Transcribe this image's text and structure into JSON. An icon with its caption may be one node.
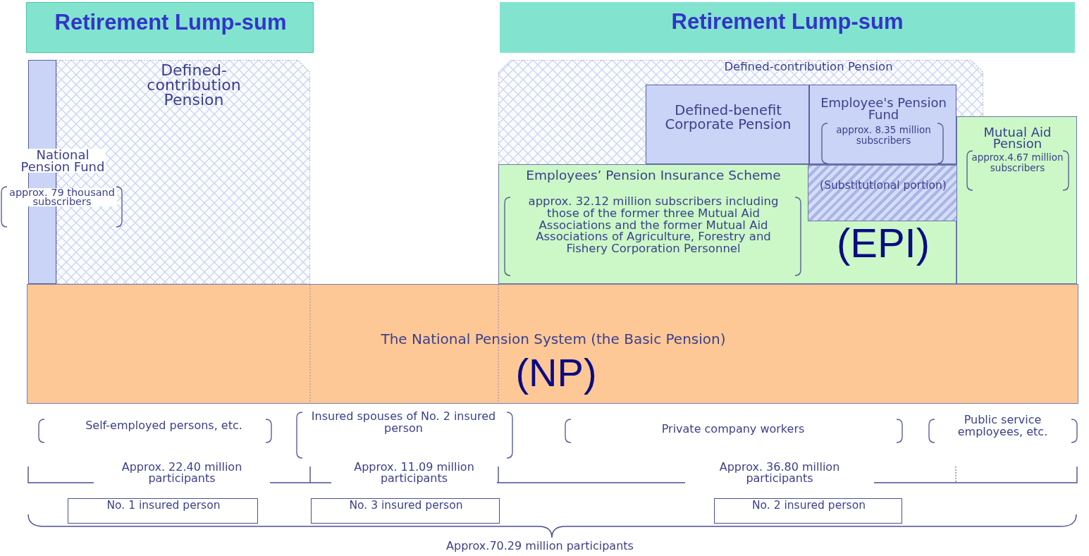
{
  "diagram": {
    "nodes": [
      {
        "text": [
          "Retirement Lump-sum"
        ]
      },
      {
        "text": [
          "Retirement Lump-sum"
        ]
      },
      {
        "text": [
          "Defined-contribution Pension"
        ]
      },
      {
        "text": [
          "National Pension Fund",
          "approx. 79 thousand subscribers"
        ]
      },
      {
        "text": [
          "Defined-contribution Pension"
        ]
      },
      {
        "text": [
          "Defined-benefit Corporate Pension"
        ],
        "in": 4
      },
      {
        "text": [
          "Employee's Pension Fund",
          "approx. 8.35 million subscribers"
        ],
        "in": 4
      },
      {
        "text": [
          "Employees’ Pension Insurance Scheme",
          "approx. 32.12 million subscribers including those of the former three Mutual Aid Associations and the former Mutual Aid Associations of Agriculture, Forestry and Fishery Corporation Personnel",
          "(EPI)"
        ],
        "in": 4
      },
      {
        "text": [
          "(Substitutional portion)"
        ],
        "in": 7
      },
      {
        "text": [
          "Mutual Aid Pension",
          "approx.4.67 million subscribers"
        ]
      },
      {
        "text": [
          "The National Pension System (the Basic Pension)",
          "(NP)"
        ]
      },
      {
        "text": [
          "No. 1 insured person"
        ]
      },
      {
        "text": [
          "No. 3 insured person"
        ]
      },
      {
        "text": [
          "No. 2 insured person"
        ]
      }
    ],
    "labels": [
      "Self-employed persons, etc.",
      "Insured spouses of No. 2 insured person",
      "Private company workers",
      "Public service employees, etc.",
      "Approx. 22.40 million participants",
      "Approx. 11.09 million participants",
      "Approx. 36.80 million participants",
      "Approx.70.29 million participants"
    ]
  }
}
